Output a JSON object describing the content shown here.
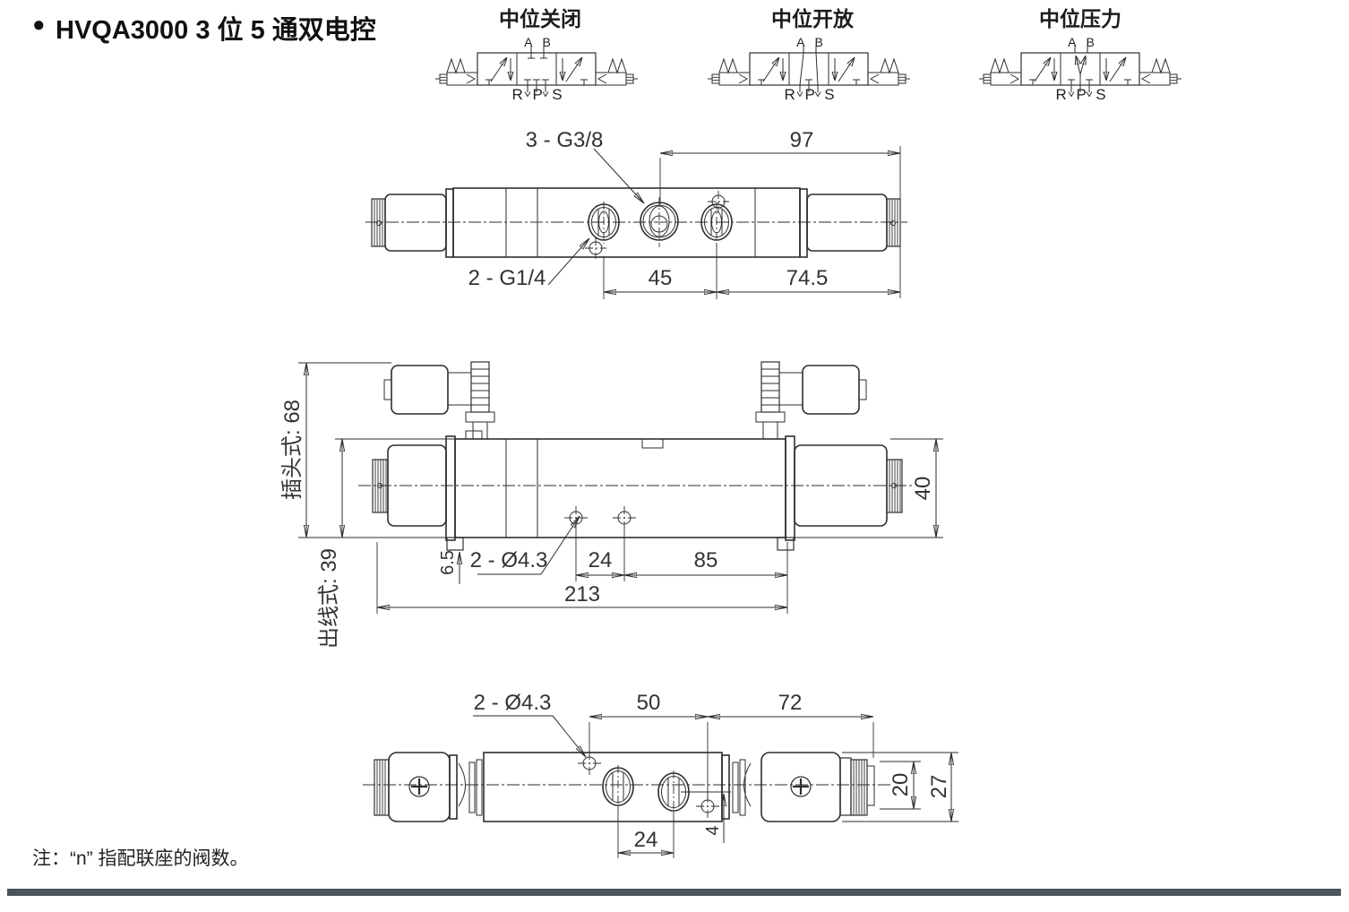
{
  "page_title": {
    "bullet": "●",
    "text": "HVQA3000 3 位 5 通双电控"
  },
  "symbols": [
    {
      "title": "中位关闭",
      "ports_top": "A B",
      "ports_bottom": "R P S"
    },
    {
      "title": "中位开放",
      "ports_top": "A B",
      "ports_bottom": "R P S"
    },
    {
      "title": "中位压力",
      "ports_top": "A B",
      "ports_bottom": "R P S"
    }
  ],
  "top_view": {
    "thread_label_center": "3 - G3/8",
    "thread_label_side": "2 - G1/4",
    "dim_97": "97",
    "dim_45": "45",
    "dim_74_5": "74.5"
  },
  "side_view": {
    "height_plug_label": "插头式: 68",
    "height_wire_label": "出线式: 39",
    "dim_40": "40",
    "dim_6_5": "6.5",
    "hole_label": "2 - Ø4.3",
    "dim_24": "24",
    "dim_85": "85",
    "dim_213": "213"
  },
  "bottom_view": {
    "hole_label": "2 - Ø4.3",
    "dim_50": "50",
    "dim_72": "72",
    "dim_24": "24",
    "dim_4": "4",
    "dim_20": "20",
    "dim_27": "27"
  },
  "note": "注：“n” 指配联座的阀数。",
  "colors": {
    "line": "#2e2e2e",
    "text": "#333333",
    "footer_bar": "#4a545c"
  }
}
